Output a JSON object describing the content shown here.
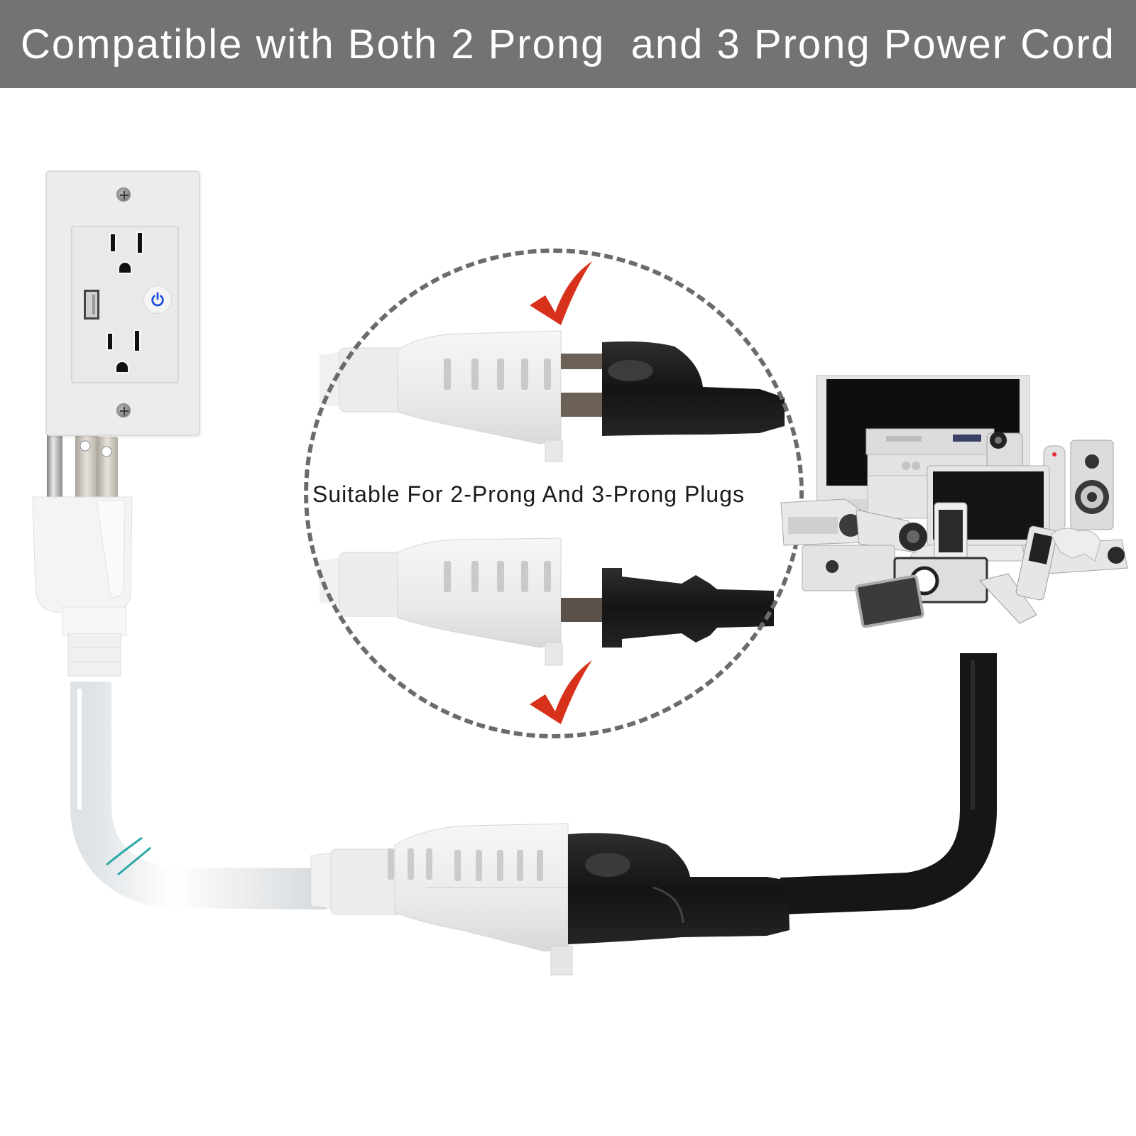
{
  "banner": {
    "title": "Compatible with Both 2 Prong  and 3 Prong Power Cord",
    "background_color": "#737373",
    "text_color": "#ffffff"
  },
  "compatibility_badge": {
    "caption": "Suitable For 2-Prong And 3-Prong Plugs",
    "border_style": "dashed",
    "border_color": "#6b6b6b",
    "checkmark_color": "#d7301b",
    "icons": [
      "checkmark-icon",
      "checkmark-icon"
    ],
    "examples": [
      {
        "label": "3-prong plug into white connector",
        "plug_color": "#1c1c1c"
      },
      {
        "label": "2-prong plug into white connector",
        "plug_color": "#1c1c1c"
      }
    ]
  },
  "illustration": {
    "wall_outlet": {
      "plate_color": "#ececec",
      "outlets": 2,
      "usb_ports": 1,
      "power_button_color": "#1d4fe0"
    },
    "extension_cord": {
      "cord_color": "#f1f3f5",
      "plug_type": "3-prong",
      "break_marker_color": "#2aa8a8"
    },
    "device_cord_color": "#161616",
    "devices": [
      "monitor",
      "stereo-receiver",
      "laptop",
      "speaker",
      "camcorder",
      "projector",
      "phone",
      "camera",
      "game-controller"
    ]
  }
}
